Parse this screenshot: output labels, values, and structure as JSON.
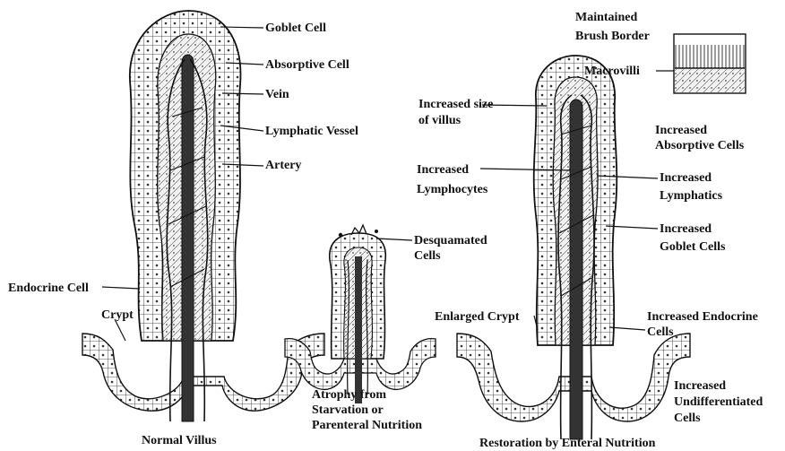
{
  "labels": {
    "goblet_cell": "Goblet Cell",
    "absorptive_cell": "Absorptive Cell",
    "vein": "Vein",
    "lymphatic_vessel": "Lymphatic Vessel",
    "artery": "Artery",
    "endocrine_cell": "Endocrine Cell",
    "crypt": "Crypt",
    "desquamated_cells_1": "Desquamated",
    "desquamated_cells_2": "Cells",
    "maintained_1": "Maintained",
    "maintained_2": "Brush Border",
    "macrovilli": "Macrovilli",
    "increased_size_1": "Increased size",
    "increased_size_2": "of villus",
    "increased_absorptive_1": "Increased",
    "increased_absorptive_2": "Absorptive Cells",
    "increased_lymphocytes_1": "Increased",
    "increased_lymphocytes_2": "Lymphocytes",
    "increased_lymphatics_1": "Increased",
    "increased_lymphatics_2": "Lymphatics",
    "increased_goblet_1": "Increased",
    "increased_goblet_2": "Goblet Cells",
    "enlarged_crypt": "Enlarged Crypt",
    "increased_endocrine_1": "Increased Endocrine",
    "increased_endocrine_2": "Cells",
    "increased_undiff_1": "Increased",
    "increased_undiff_2": "Undifferentiated",
    "increased_undiff_3": "Cells"
  },
  "captions": {
    "normal": "Normal Villus",
    "atrophy_1": "Atrophy from",
    "atrophy_2": "Starvation or",
    "atrophy_3": "Parenteral Nutrition",
    "restoration": "Restoration by Enteral Nutrition"
  }
}
